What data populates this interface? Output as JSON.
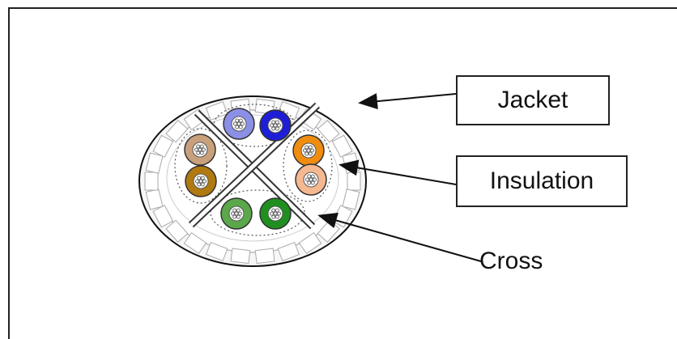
{
  "labels": {
    "jacket": "Jacket",
    "insulation": "Insulation",
    "cross": "Cross"
  },
  "colors": {
    "blue_white": "#8b8fe6",
    "blue": "#1e1ed6",
    "brown_white": "#c8a07c",
    "brown": "#b07a10",
    "orange": "#f08c10",
    "orange_white": "#f6b890",
    "green_white": "#5aa84a",
    "green": "#1f8f1f",
    "jacket_fill": "#f2f2f2",
    "outline": "#111111"
  }
}
